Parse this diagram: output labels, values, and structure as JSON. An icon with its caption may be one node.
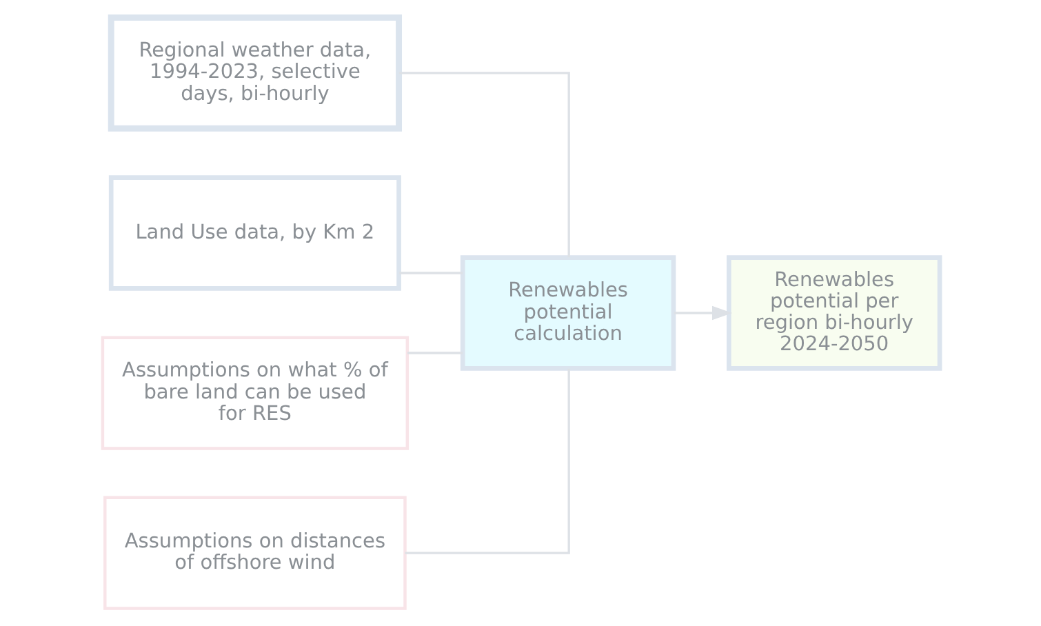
{
  "diagram": {
    "nodes": [
      {
        "text": [
          "Regional weather data, 1994-2023, selective days, bi-hourly"
        ]
      },
      {
        "text": [
          "Land Use data, by Km 2"
        ]
      },
      {
        "text": [
          "Assumptions on what % of bare land can be used for RES"
        ]
      },
      {
        "text": [
          "Assumptions on distances of offshore wind"
        ]
      },
      {
        "text": [
          "Renewables potential calculation"
        ]
      },
      {
        "text": [
          "Renewables potential per region bi-hourly 2024-2050"
        ]
      }
    ],
    "edges": [
      {
        "from": 0,
        "to": 4,
        "arrow": "none"
      },
      {
        "from": 1,
        "to": 4,
        "arrow": "none"
      },
      {
        "from": 2,
        "to": 4,
        "arrow": "none"
      },
      {
        "from": 3,
        "to": 4,
        "arrow": "none"
      },
      {
        "from": 4,
        "to": 5,
        "arrow": "to"
      }
    ]
  }
}
